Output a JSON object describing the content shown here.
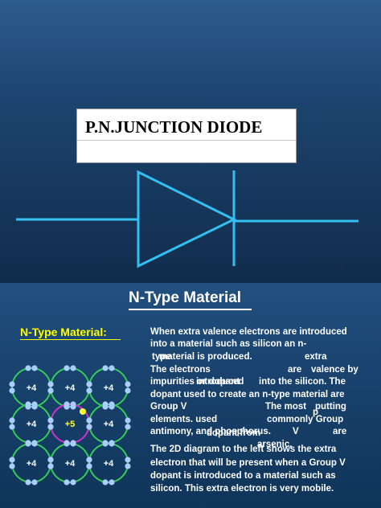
{
  "slide1": {
    "title": "P.N.JUNCTION DIODE",
    "page_number": "1",
    "colors": {
      "wire": "#33bff0",
      "background_top": "#2d5c8e",
      "background_bottom": "#102c4c"
    }
  },
  "slide2": {
    "heading": "N-Type Material",
    "label": "N-Type Material:",
    "lattice": {
      "charges": [
        [
          "+4",
          "+4",
          "+4"
        ],
        [
          "+4",
          "+5",
          "+4"
        ],
        [
          "+4",
          "+4",
          "+4"
        ]
      ]
    },
    "paragraph1_lines": [
      "When extra valence electrons are introduced",
      " into  a  material  such  as  silicon  an  n-",
      "type",
      "material  is  produced.",
      "extra",
      "The electrons",
      "are",
      "valence  by",
      "impurities or dopant",
      "introduced",
      "into  the  silicon.  The",
      "dopant used to create an n-type material are",
      "Group  V",
      "The  most",
      "putting",
      "p",
      "elements.  used",
      "commonly  Group",
      "antimony, and phosphorus.",
      "dopant  from",
      "V",
      "are",
      "arsenic,"
    ],
    "paragraph2_lines": [
      "The 2D diagram to the left shows the extra",
      "electron that will be present when a Group V",
      "dopant is introduced to a material such as",
      "silicon.  This extra electron is very mobile."
    ],
    "colors": {
      "label": "#ffff00",
      "bond": "#33cc55",
      "electron": "#aaccff",
      "extra_bond": "#cc33cc",
      "extra_electron": "#ffff33"
    }
  }
}
